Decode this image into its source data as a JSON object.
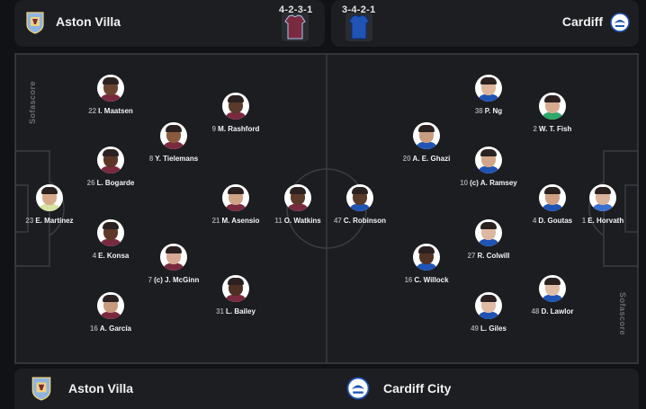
{
  "home": {
    "name": "Aston Villa",
    "formation": "4-2-3-1",
    "kit_color": "#7a2a3f",
    "crest": "aston-villa-crest-icon",
    "players": [
      {
        "num": "23",
        "name": "E. Martínez",
        "skin": "#d8a98b",
        "shirt": "#d7e1a0"
      },
      {
        "num": "22",
        "name": "I. Maatsen",
        "skin": "#6b4431",
        "shirt": "#7a2a3f"
      },
      {
        "num": "26",
        "name": "L. Bogarde",
        "skin": "#5a3626",
        "shirt": "#7a2a3f"
      },
      {
        "num": "4",
        "name": "E. Konsa",
        "skin": "#5e3828",
        "shirt": "#7a2a3f"
      },
      {
        "num": "16",
        "name": "A. García",
        "skin": "#c99a7c",
        "shirt": "#7a2a3f"
      },
      {
        "num": "8",
        "name": "Y. Tielemans",
        "skin": "#8a5a3f",
        "shirt": "#7a2a3f"
      },
      {
        "num": "7",
        "name": "(c) J. McGinn",
        "skin": "#d9a892",
        "shirt": "#7a2a3f"
      },
      {
        "num": "9",
        "name": "M. Rashford",
        "skin": "#5a3a2a",
        "shirt": "#7a2a3f"
      },
      {
        "num": "21",
        "name": "M. Asensio",
        "skin": "#d0a384",
        "shirt": "#7a2a3f"
      },
      {
        "num": "31",
        "name": "L. Bailey",
        "skin": "#4e3023",
        "shirt": "#7a2a3f"
      },
      {
        "num": "11",
        "name": "O. Watkins",
        "skin": "#5b3a29",
        "shirt": "#7a2a3f"
      }
    ]
  },
  "away": {
    "name": "Cardiff",
    "full_name": "Cardiff City",
    "formation": "3-4-2-1",
    "kit_color": "#1f54b5",
    "crest": "cardiff-city-crest-icon",
    "players": [
      {
        "num": "1",
        "name": "E. Horvath",
        "skin": "#d9b39b",
        "shirt": "#3a6fcf"
      },
      {
        "num": "38",
        "name": "P. Ng",
        "skin": "#dcb59a",
        "shirt": "#1f54b5"
      },
      {
        "num": "10",
        "name": "(c) A. Ramsey",
        "skin": "#d2a68a",
        "shirt": "#1f54b5"
      },
      {
        "num": "27",
        "name": "R. Colwill",
        "skin": "#ddb8a0",
        "shirt": "#1f54b5"
      },
      {
        "num": "49",
        "name": "L. Giles",
        "skin": "#dfbba3",
        "shirt": "#1f54b5"
      },
      {
        "num": "2",
        "name": "W. T. Fish",
        "skin": "#d7ab8f",
        "shirt": "#2ea86b"
      },
      {
        "num": "4",
        "name": "D. Goutas",
        "skin": "#cfa083",
        "shirt": "#1f54b5"
      },
      {
        "num": "48",
        "name": "D. Lawlor",
        "skin": "#e0bda6",
        "shirt": "#1f54b5"
      },
      {
        "num": "20",
        "name": "A. E. Ghazi",
        "skin": "#c79c7f",
        "shirt": "#1f54b5"
      },
      {
        "num": "16",
        "name": "C. Willock",
        "skin": "#4f3224",
        "shirt": "#1f54b5"
      },
      {
        "num": "47",
        "name": "C. Robinson",
        "skin": "#5a3a29",
        "shirt": "#1f54b5"
      }
    ]
  },
  "watermark": "Sofascore",
  "colors": {
    "pitch": "#1b1d21",
    "line": "#3a3d43",
    "card": "#1c1e22"
  }
}
